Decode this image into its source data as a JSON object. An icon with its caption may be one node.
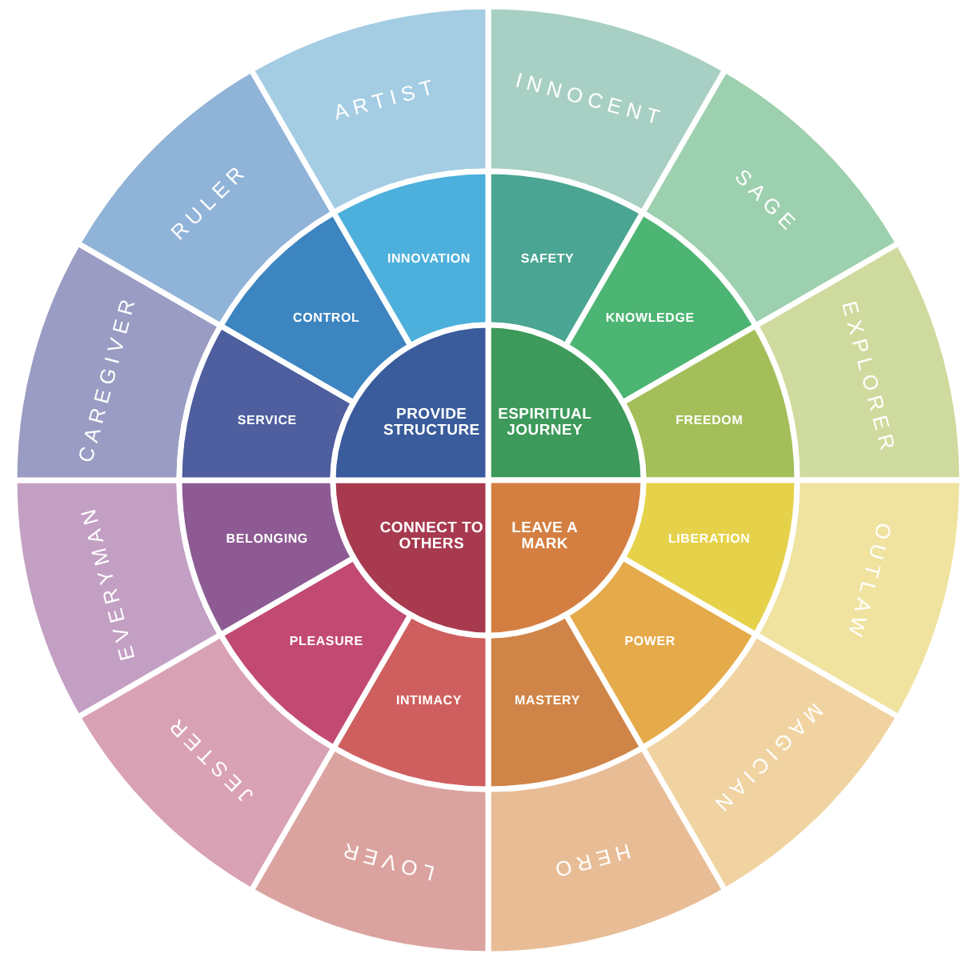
{
  "diagram": {
    "nodes": [
      {
        "text": [
          "INNOCENT"
        ]
      },
      {
        "text": [
          "SAGE"
        ]
      },
      {
        "text": [
          "EXPLORER"
        ]
      },
      {
        "text": [
          "OUTLAW"
        ]
      },
      {
        "text": [
          "MAGICIAN"
        ]
      },
      {
        "text": [
          "HERO"
        ]
      },
      {
        "text": [
          "LOVER"
        ]
      },
      {
        "text": [
          "JESTER"
        ]
      },
      {
        "text": [
          "EVERYMAN"
        ]
      },
      {
        "text": [
          "CAREGIVER"
        ]
      },
      {
        "text": [
          "RULER"
        ]
      },
      {
        "text": [
          "ARTIST"
        ]
      },
      {
        "text": [
          "SAFETY"
        ]
      },
      {
        "text": [
          "KNOWLEDGE"
        ]
      },
      {
        "text": [
          "FREEDOM"
        ]
      },
      {
        "text": [
          "LIBERATION"
        ]
      },
      {
        "text": [
          "POWER"
        ]
      },
      {
        "text": [
          "MASTERY"
        ]
      },
      {
        "text": [
          "INTIMACY"
        ]
      },
      {
        "text": [
          "PLEASURE"
        ]
      },
      {
        "text": [
          "BELONGING"
        ]
      },
      {
        "text": [
          "SERVICE"
        ]
      },
      {
        "text": [
          "CONTROL"
        ]
      },
      {
        "text": [
          "INNOVATION"
        ]
      },
      {
        "text": [
          "ESPIRITUAL JOURNEY"
        ]
      },
      {
        "text": [
          "LEAVE A MARK"
        ]
      },
      {
        "text": [
          "CONNECT TO OTHERS"
        ]
      },
      {
        "text": [
          "PROVIDE STRUCTURE"
        ]
      }
    ]
  }
}
